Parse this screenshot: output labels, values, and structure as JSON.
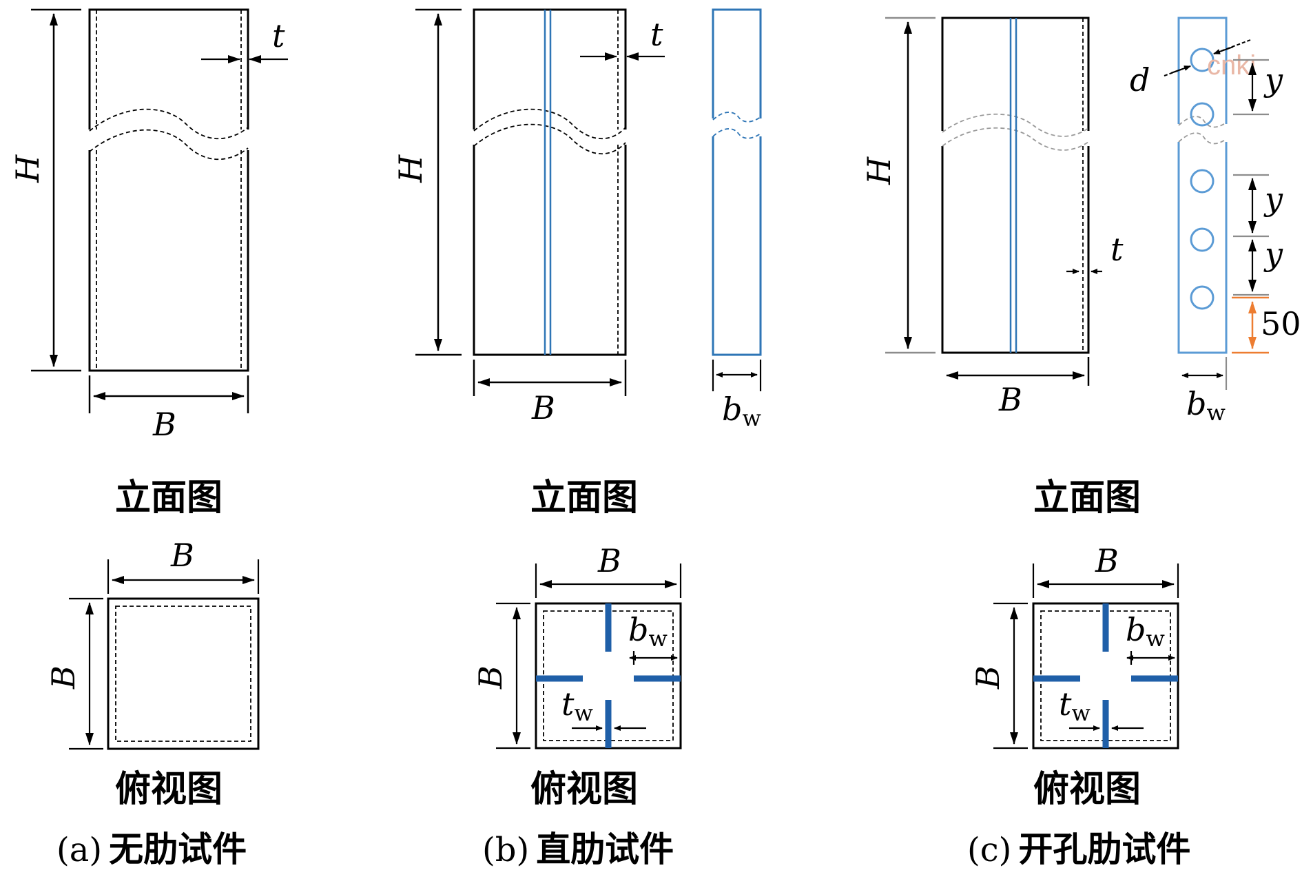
{
  "colors": {
    "line": "#000000",
    "rib": "#2e75b6",
    "rib_top": "#1f5fa8",
    "dim_orange": "#ed7d31",
    "grey": "#8c8c8c"
  },
  "labels": {
    "H": "H",
    "B": "B",
    "t": "t",
    "b": "b",
    "w": "w",
    "d": "d",
    "y": "y",
    "fifty": "50",
    "watermark": "cnki"
  },
  "captions": {
    "elev": "立面图",
    "top": "俯视图",
    "a_prefix": "(a)",
    "a_name": "无肋试件",
    "b_prefix": "(b)",
    "b_name": "直肋试件",
    "c_prefix": "(c)",
    "c_name": "开孔肋试件"
  }
}
